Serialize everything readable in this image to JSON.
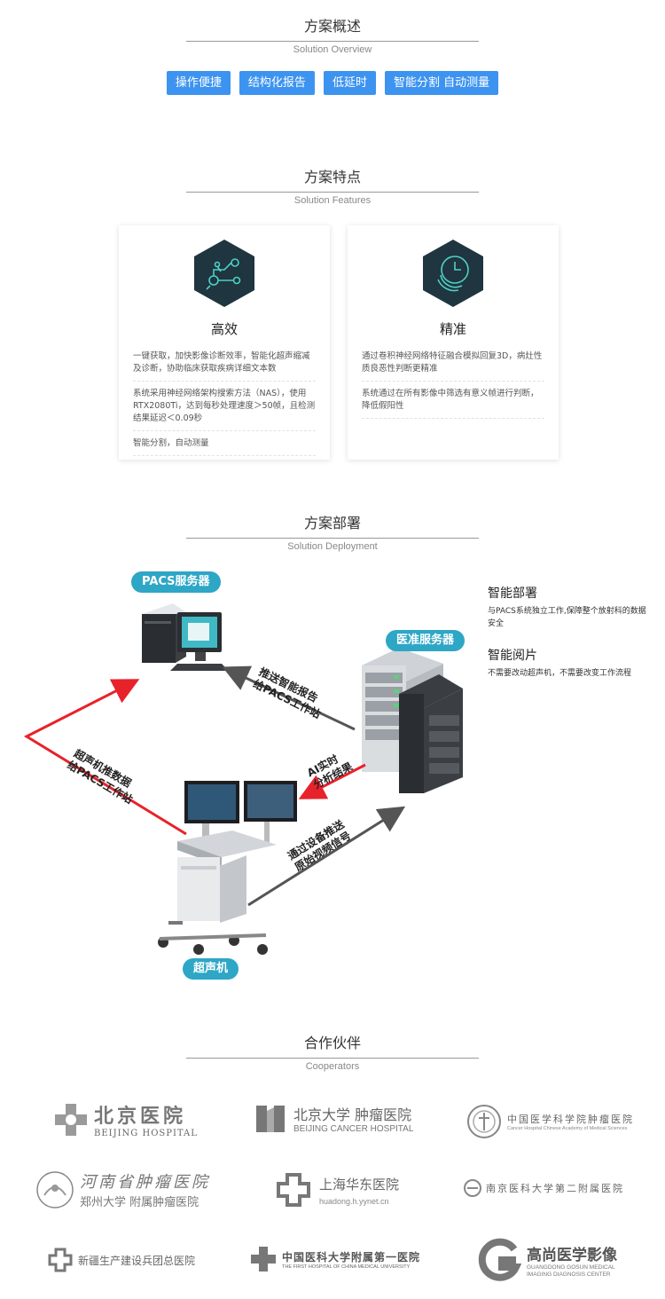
{
  "overview": {
    "title": "方案概述",
    "subtitle": "Solution Overview",
    "tags": [
      "操作便捷",
      "结构化报告",
      "低延时",
      "智能分割 自动测量"
    ]
  },
  "features": {
    "title": "方案特点",
    "subtitle": "Solution Features",
    "cards": [
      {
        "title": "高效",
        "icon": "circuit-icon",
        "items": [
          "一键获取，加快影像诊断效率，智能化超声缩减及诊断，协助临床获取疾病详细文本数",
          "系统采用神经网络架构搜索方法（NAS），使用RTX2080Ti，达到每秒处理速度＞50帧，且检测结果延迟＜0.09秒",
          "智能分割，自动测量"
        ]
      },
      {
        "title": "精准",
        "icon": "clock-icon",
        "items": [
          "通过卷积神经网络特征融合模拟回复3D，病灶性质良恶性判断更精准",
          "系统通过在所有影像中筛选有意义帧进行判断，降低假阳性"
        ]
      }
    ]
  },
  "deployment": {
    "title": "方案部署",
    "subtitle": "Solution Deployment",
    "pacs_label": "PACS服务器",
    "server_label": "医准服务器",
    "ultrasound_label": "超声机",
    "arrow_labels": {
      "server_to_pacs": [
        "推送智能报告",
        "给PACS工作站"
      ],
      "ai_result": [
        "AI实时",
        "分析结果"
      ],
      "ultrasound_to_pacs": [
        "超声机推数据",
        "给PACS工作站"
      ],
      "device_push": [
        "通过设备推送",
        "原始视频信号"
      ]
    },
    "points": [
      {
        "title": "智能部署",
        "desc": "与PACS系统独立工作,保障整个放射科的数据安全"
      },
      {
        "title": "智能阅片",
        "desc": "不需要改动超声机，不需要改变工作流程"
      }
    ],
    "colors": {
      "red": "#e8222a",
      "gray": "#555555",
      "teal": "#2ea6c6"
    }
  },
  "cooperators": {
    "title": "合作伙伴",
    "subtitle": "Cooperators",
    "logos": [
      {
        "name": "北京医院",
        "sub": "BEIJING HOSPITAL"
      },
      {
        "name": "北京大学 肿瘤医院",
        "sub": "BEIJING CANCER HOSPITAL"
      },
      {
        "name": "中国医学科学院肿瘤医院",
        "sub": "Cancer Hospital Chinese Academy of Medical Sciences"
      },
      {
        "name": "河南省肿瘤医院",
        "sub": "郑州大学 附属肿瘤医院"
      },
      {
        "name": "上海华东医院",
        "sub": "huadong.h.yynet.cn"
      },
      {
        "name": "南京医科大学第二附属医院",
        "sub": ""
      },
      {
        "name": "新疆生产建设兵团总医院",
        "sub": ""
      },
      {
        "name": "中国医科大学附属第一医院",
        "sub": "THE FIRST HOSPITAL OF CHINA MEDICAL UNIVERSITY"
      },
      {
        "name": "高尚医学影像",
        "sub": "GUANGDONG GOSUN MEDICAL IMAGING DIAGNOSIS CENTER"
      }
    ]
  }
}
